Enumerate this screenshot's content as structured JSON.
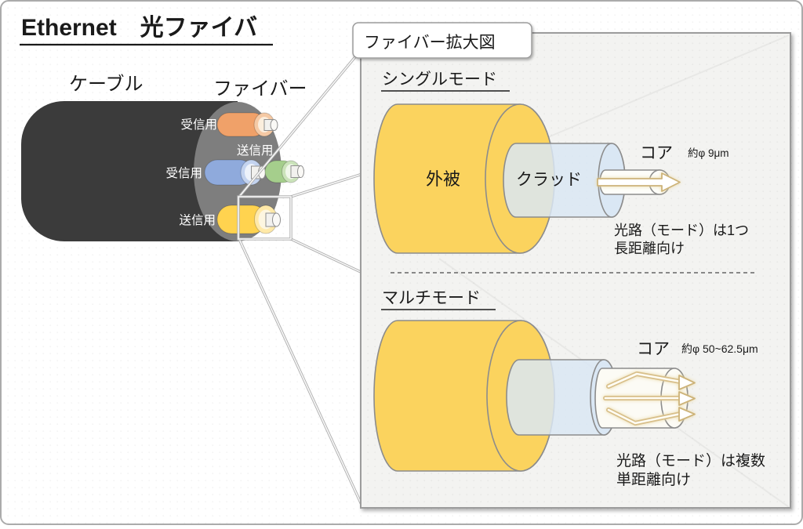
{
  "title": "Ethernet　光ファイバ",
  "cable": {
    "label": "ケーブル",
    "fiber_label": "ファイバー",
    "body_color": "#3B3B3B",
    "face_color": "#7E7E7E",
    "fibers": [
      {
        "id": "orange",
        "label": "受信用",
        "color": "#F0A169",
        "ring_color": "#F5C9A4",
        "core_color": "#FBEEDD"
      },
      {
        "id": "green",
        "label": "送信用",
        "color": "#A5CE8C",
        "ring_color": "#CBE3BA",
        "core_color": "#F0F7EA"
      },
      {
        "id": "blue",
        "label": "受信用",
        "color": "#8FAADC",
        "ring_color": "#C3D3EF",
        "core_color": "#EDF2FA"
      },
      {
        "id": "yellow",
        "label": "送信用",
        "color": "#FFD34F",
        "ring_color": "#FFE9A8",
        "core_color": "#FDF6E0"
      }
    ]
  },
  "panel": {
    "title": "ファイバー拡大図",
    "single_mode": {
      "heading": "シングルモード",
      "jacket_label": "外被",
      "clad_label": "クラッド",
      "core_label": "コア",
      "core_size": "約φ 9μm",
      "desc_line1": "光路（モード）は1つ",
      "desc_line2": "長距離向け"
    },
    "multi_mode": {
      "heading": "マルチモード",
      "core_label": "コア",
      "core_size": "約φ 50~62.5μm",
      "desc_line1": "光路（モード）は複数",
      "desc_line2": "単距離向け"
    }
  },
  "colors": {
    "jacket_yellow": "#FBD35E",
    "cladding_blue": "#D9E6F3",
    "core_white": "#FDFDF9",
    "core_white_multi": "#FCFBF5",
    "arrow_gold": "#CDB379",
    "panel_bg": "#F3F3F1"
  }
}
